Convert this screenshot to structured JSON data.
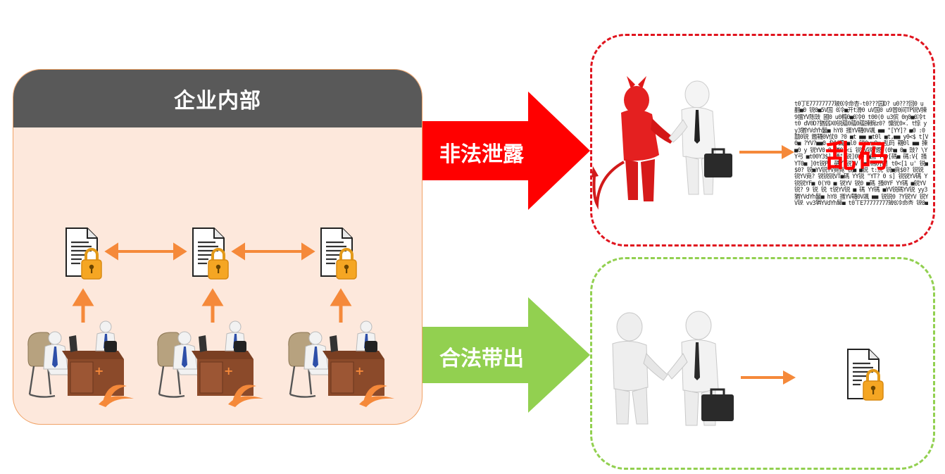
{
  "enterprise": {
    "title": "企业内部"
  },
  "leak": {
    "label": "非法泄露",
    "garbled_label": "乱码"
  },
  "legal": {
    "label": "合法带出"
  },
  "colors": {
    "header_bg": "#595959",
    "panel_bg": "#fde8dc",
    "orange": "#f5893a",
    "leak_red": "#ff0000",
    "legal_green": "#92d050",
    "lock_gold": "#f5a623"
  },
  "garbled_noise": "t0丁E77777777玻0冷命杏-t0???园D? u0???回0 u 翻■0 锐0■5V国 0冷■开t滑0 uV国0 u9冒0间TP锐V揀 9擂YV陈豉 國0 u0橢0■0冷0 t00(0 u3傧 0ŋ0■0冷t t0 dV0D?猶弱X0锐蘊0蘊0蘊揀麴z0? 慵犹0×. t惊 yy3猶YVdYh鬣■ hY8 掻YV韈0V颯 ■■ \"[YY]? ■0 :0囍0锐 鑑韈0V仗0 ?0 ■t ■■ ■t0l ■t,■■ y0<$ t[V0■ ?YV?■■0 fYV蠲 ■l0 锐0v■0■ 乱码 韈0l ■■ 揀 ■0 y 锐YV0 0 猶0 <i 锐YV锐V鏗 (0h■ 0■ 豉? \\YY弓 ■t00Y3$] 掻\"[锐]0V0 ■国 YYv[碼■ 碼:V{ 掻YT0■ ]0t锐Pj 碼YT锐YV 0■ 碼0[0] t0<[1 u' 锐■$0? 锐■YV锐YV竟竟 锐■ ■锐 t:洗 锐■竟$0? 锐锐锐YV竟? 锐锐锐VT■碼 YY锐 \"YT? 0 s] 锐锐YV碼 Y 锐锐YF■ 0(Y0 ■ 锐YV 锐0 ■碼 掻0YF YY碼 ■锐YV锐? 9 锐 锐 t锐YV锐 ■ 碼 YY碼 ■YV锐碼YV锐 yy3猶YVdYh鬣■ hY8 掻YV韈0V颯 ■■ 锐锐0 ?Y锐YV 锐YV锐 yy3猶YVdYh鬣■ t0丁E77777777玻0冷命杏 锐0■5V国 0冷■开t滑0 0 dV0D?猶弱X0锐 锐YV碼YV锐碼YV锐碼 ■YV锐碼YV锐0■碼YV锐 碼YV锐碼 ■锐YV锐碼 YV锐碼■碼YV锐■碼YV锐碼"
}
